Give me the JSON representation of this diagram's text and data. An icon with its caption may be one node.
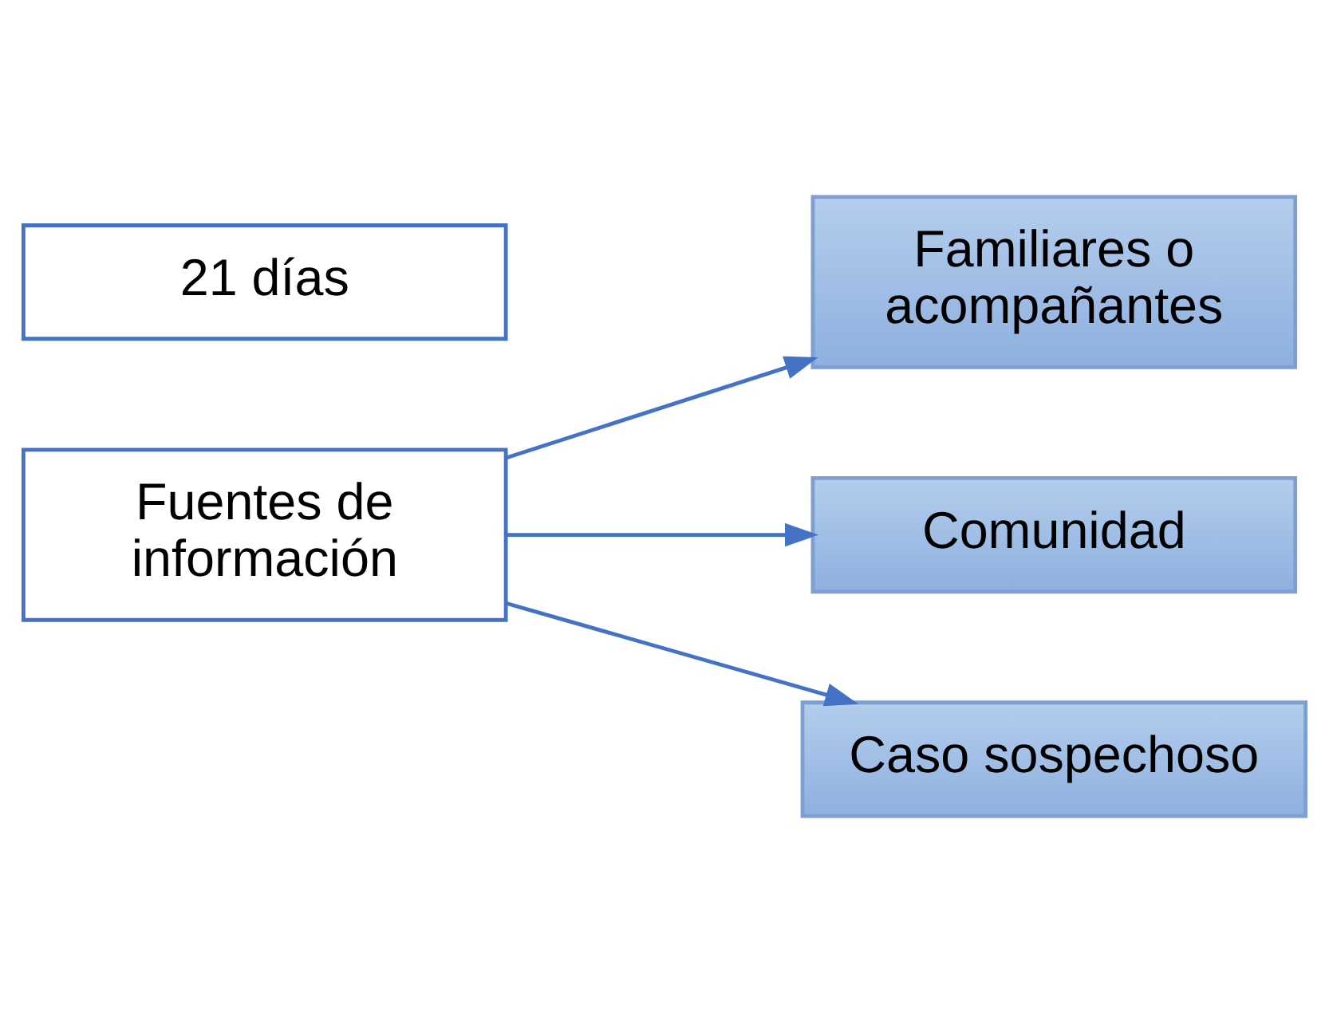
{
  "diagram": {
    "nodes": [
      {
        "text": [
          "21 días"
        ]
      },
      {
        "text": [
          "Familiares o acompañantes"
        ]
      },
      {
        "text": [
          "Fuentes de información"
        ]
      },
      {
        "text": [
          "Comunidad"
        ]
      },
      {
        "text": [
          "Caso sospechoso"
        ]
      }
    ],
    "edges": [
      {
        "from": 2,
        "to": 1,
        "arrow": "to"
      },
      {
        "from": 2,
        "to": 3,
        "arrow": "to"
      },
      {
        "from": 2,
        "to": 4,
        "arrow": "to"
      }
    ]
  }
}
